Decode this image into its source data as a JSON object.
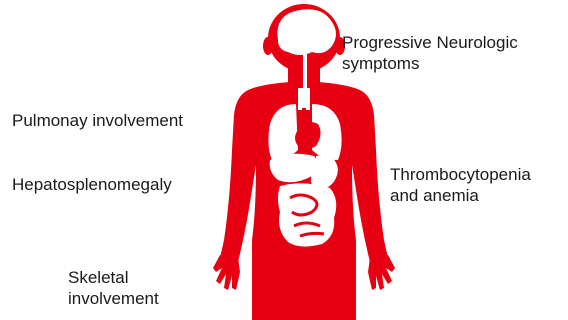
{
  "colors": {
    "body": "#e60012",
    "organs": "#ffffff",
    "text": "#1a1a1a"
  },
  "labels": {
    "neurologic": [
      "Progressive Neurologic",
      "symptoms"
    ],
    "pulmonary": [
      "Pulmonay involvement"
    ],
    "hepatosplenomegaly": [
      "Hepatosplenomegaly"
    ],
    "thrombocytopenia": [
      "Thrombocytopenia",
      "and anemia"
    ],
    "skeletal": [
      "Skeletal",
      "involvement"
    ]
  }
}
